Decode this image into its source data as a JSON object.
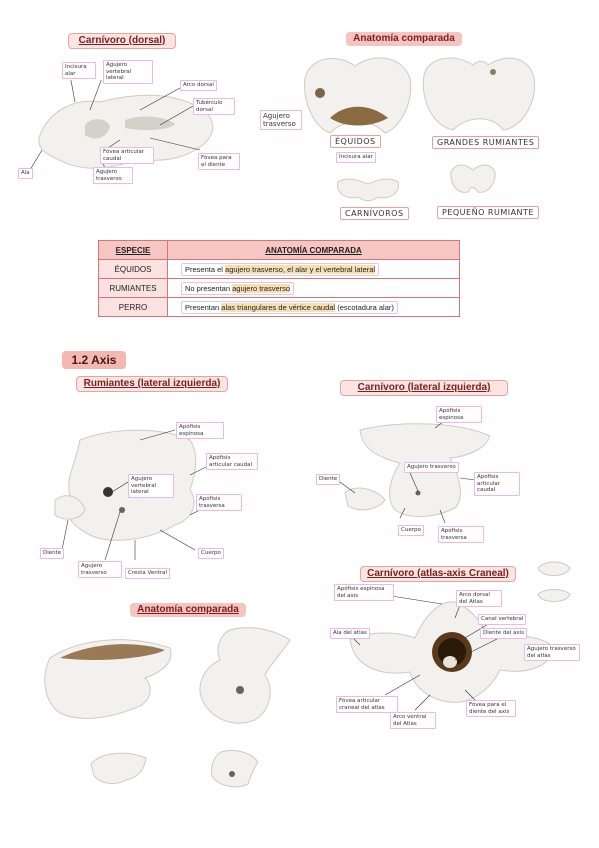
{
  "top_left": {
    "title": "Carnívoro (dorsal)",
    "labels": [
      "Incisura alar",
      "Agujero vertebral lateral",
      "Arco dorsal",
      "Tubérculo dorsal",
      "Fóvea articular caudal",
      "Agujero trasverso",
      "Fóvea para el diente",
      "Ala"
    ]
  },
  "top_right": {
    "title": "Anatomía comparada",
    "foramen_label": "Agujero trasverso",
    "incisura_label": "Incisura alar",
    "groups": [
      "ÉQUIDOS",
      "GRANDES RUMIANTES",
      "CARNÍVOROS",
      "PEQUEÑO RUMIANTE"
    ]
  },
  "table": {
    "headers": [
      "ESPECIE",
      "ANATOMÍA COMPARADA"
    ],
    "rows": [
      {
        "species": "ÉQUIDOS",
        "pre": "Presenta el ",
        "hl": "agujero trasverso, el alar y el vertebral lateral",
        "post": ""
      },
      {
        "species": "RUMIANTES",
        "pre": "No presentan ",
        "hl": "agujero trasverso",
        "post": ""
      },
      {
        "species": "PERRO",
        "pre": "Presentan ",
        "hl": "alas triangulares de vértice caudal",
        "post": " (escotadura  alar)"
      }
    ]
  },
  "section": "1.2 Axis",
  "axis_rum": {
    "title": "Rumiantes (lateral izquierda)",
    "labels": [
      "Apófisis espinosa",
      "Agujero vertebral lateral",
      "Apófisis articular caudal",
      "Apófisis trasversa",
      "Diente",
      "Agujero trasverso",
      "Cresta Ventral",
      "Cuerpo"
    ]
  },
  "axis_carn": {
    "title": "Carnívoro (lateral izquierda)",
    "labels": [
      "Apófisis espinosa",
      "Diente",
      "Agujero trasverso",
      "Apófisis articular caudal",
      "Cuerpo",
      "Apófisis trasversa"
    ]
  },
  "atlas_axis": {
    "title": "Carnívoro (atlas-axis Craneal)",
    "labels": [
      "Apófisis espinosa del axis",
      "Arco dorsal del Atlas",
      "Canal vertebral",
      "Diente del axis",
      "Ala del atlas",
      "Agujero trasverso del atlas",
      "Fóvea articular craneal del atlas",
      "Arco ventral del Atlas",
      "Fóvea para el diente del axis"
    ]
  },
  "bottom": {
    "title": "Anatomía comparada"
  }
}
